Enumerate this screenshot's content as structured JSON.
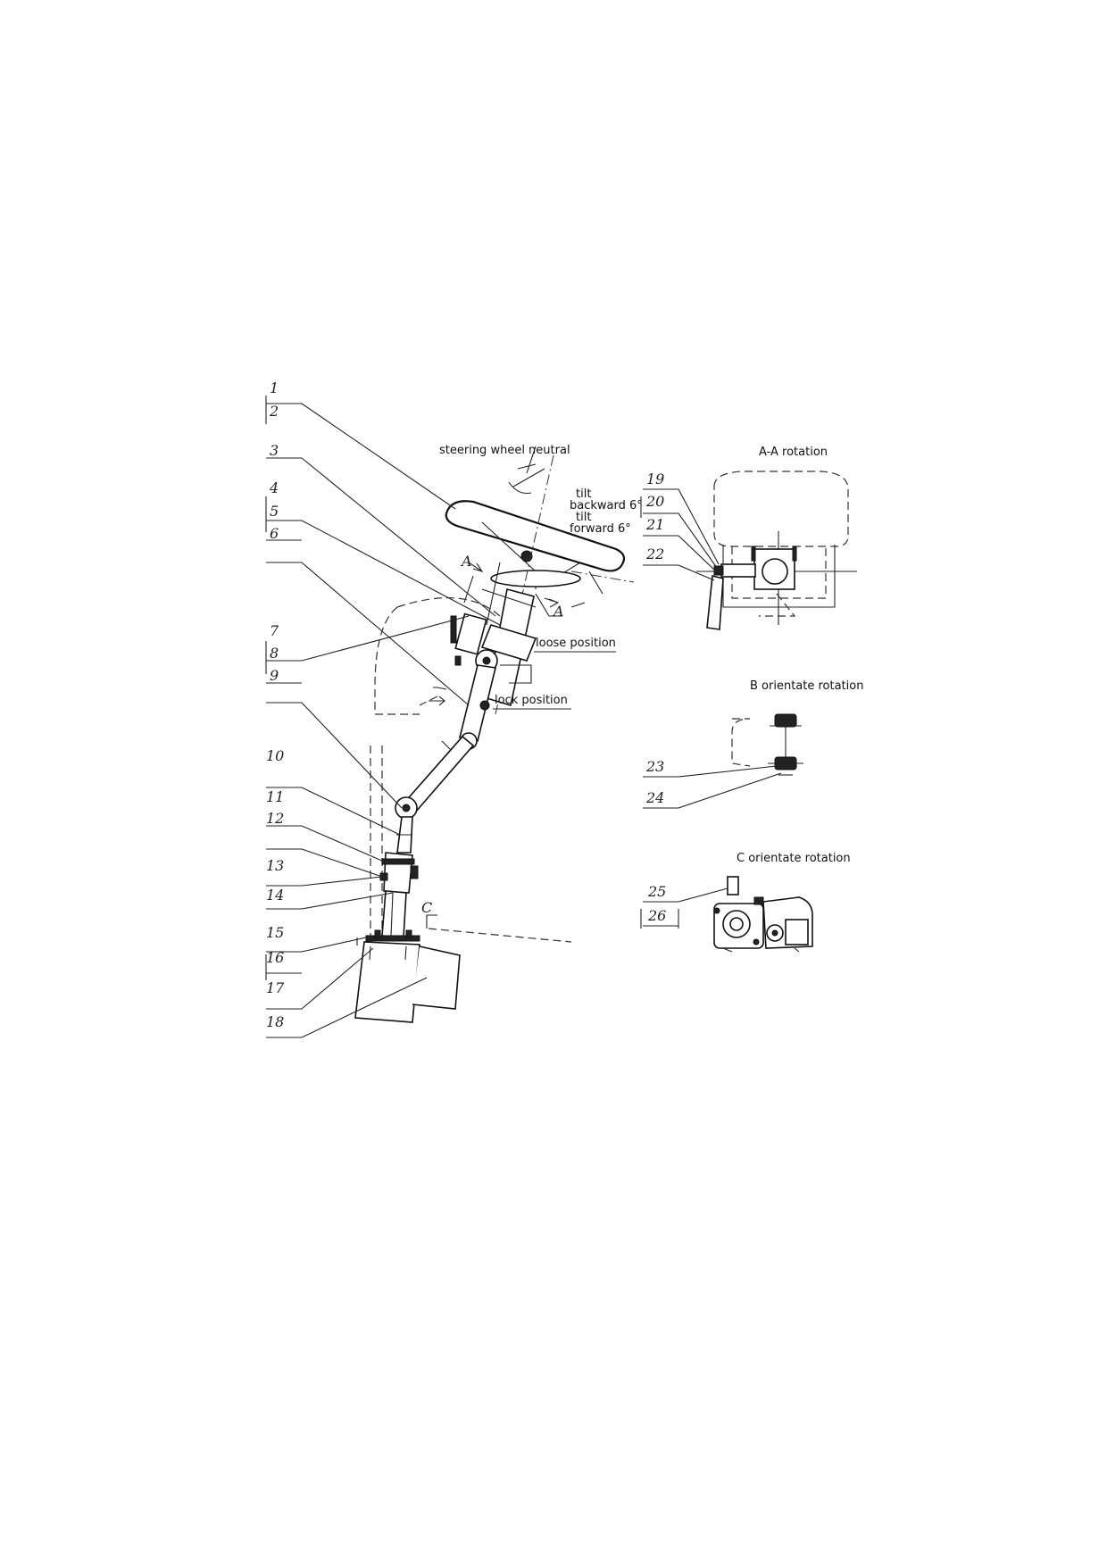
{
  "labels": {
    "steering_wheel_neutral": "steering wheel neutral",
    "tilt_1": "tilt",
    "backward": "backward 6°",
    "tilt_2": "tilt",
    "forward": "forward 6°",
    "loose_position": "loose position",
    "lock_position": "lock position",
    "section_a_top": "A",
    "section_a_bottom": "A",
    "section_c_mark": "C",
    "view_a": "A-A rotation",
    "view_b": "B orientate rotation",
    "view_c": "C orientate rotation"
  },
  "callouts": [
    "1",
    "2",
    "3",
    "4",
    "5",
    "6",
    "7",
    "8",
    "9",
    "10",
    "11",
    "12",
    "13",
    "14",
    "15",
    "16",
    "17",
    "18",
    "19",
    "20",
    "21",
    "22",
    "23",
    "24",
    "25",
    "26"
  ]
}
